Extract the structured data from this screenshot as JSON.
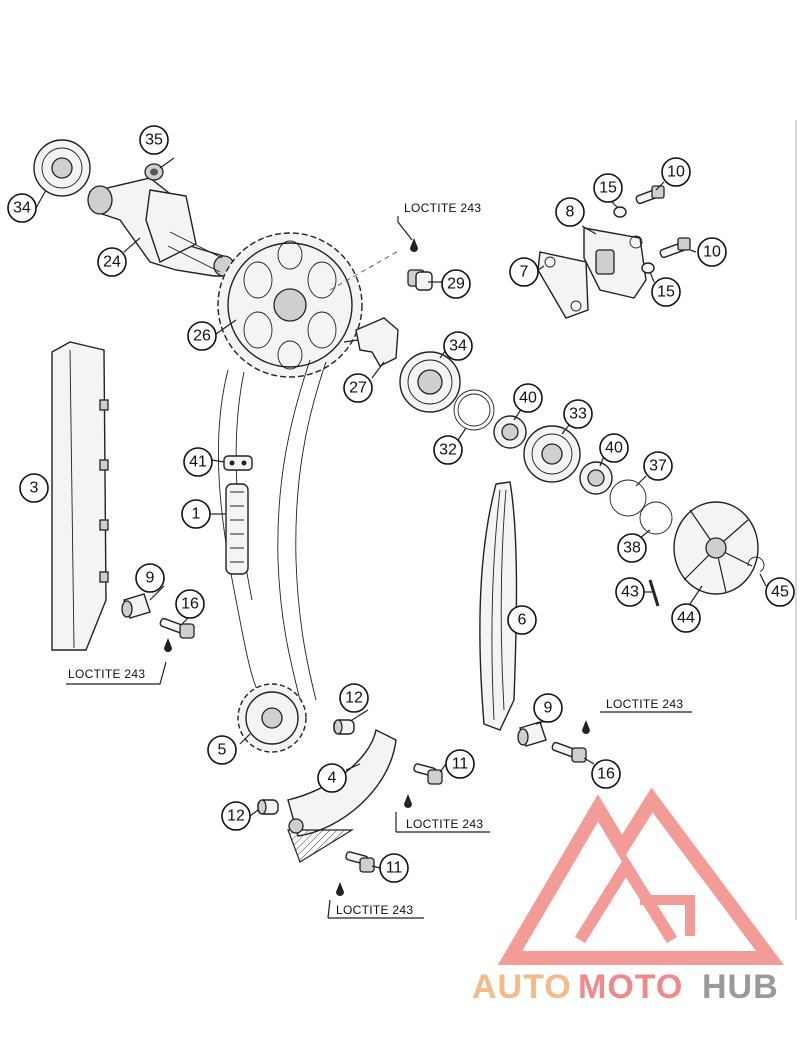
{
  "callouts": [
    {
      "id": "c-35",
      "label": "35"
    },
    {
      "id": "c-34a",
      "label": "34"
    },
    {
      "id": "c-24",
      "label": "24"
    },
    {
      "id": "c-26",
      "label": "26"
    },
    {
      "id": "c-29",
      "label": "29"
    },
    {
      "id": "c-27",
      "label": "27"
    },
    {
      "id": "c-34b",
      "label": "34"
    },
    {
      "id": "c-8",
      "label": "8"
    },
    {
      "id": "c-15a",
      "label": "15"
    },
    {
      "id": "c-10a",
      "label": "10"
    },
    {
      "id": "c-10b",
      "label": "10"
    },
    {
      "id": "c-7",
      "label": "7"
    },
    {
      "id": "c-15b",
      "label": "15"
    },
    {
      "id": "c-40a",
      "label": "40"
    },
    {
      "id": "c-33",
      "label": "33"
    },
    {
      "id": "c-32",
      "label": "32"
    },
    {
      "id": "c-40b",
      "label": "40"
    },
    {
      "id": "c-37",
      "label": "37"
    },
    {
      "id": "c-38",
      "label": "38"
    },
    {
      "id": "c-43",
      "label": "43"
    },
    {
      "id": "c-44",
      "label": "44"
    },
    {
      "id": "c-45",
      "label": "45"
    },
    {
      "id": "c-3",
      "label": "3"
    },
    {
      "id": "c-41",
      "label": "41"
    },
    {
      "id": "c-1",
      "label": "1"
    },
    {
      "id": "c-9a",
      "label": "9"
    },
    {
      "id": "c-16a",
      "label": "16"
    },
    {
      "id": "c-6",
      "label": "6"
    },
    {
      "id": "c-12a",
      "label": "12"
    },
    {
      "id": "c-5",
      "label": "5"
    },
    {
      "id": "c-9b",
      "label": "9"
    },
    {
      "id": "c-16b",
      "label": "16"
    },
    {
      "id": "c-4",
      "label": "4"
    },
    {
      "id": "c-11a",
      "label": "11"
    },
    {
      "id": "c-12b",
      "label": "12"
    },
    {
      "id": "c-11b",
      "label": "11"
    }
  ],
  "loctite_labels": [
    {
      "id": "l-1",
      "label": "LOCTITE 243"
    },
    {
      "id": "l-2",
      "label": "LOCTITE 243"
    },
    {
      "id": "l-3",
      "label": "LOCTITE 243"
    },
    {
      "id": "l-4",
      "label": "LOCTITE 243"
    },
    {
      "id": "l-5",
      "label": "LOCTITE 243"
    }
  ],
  "watermark": {
    "auto": "AUTO",
    "moto": "MOTO",
    "hub": "HUB",
    "colors": {
      "auto": "#f6b98a",
      "moto": "#f08a8a",
      "hub": "#9a9a9a",
      "logo": "#f28b86"
    }
  }
}
